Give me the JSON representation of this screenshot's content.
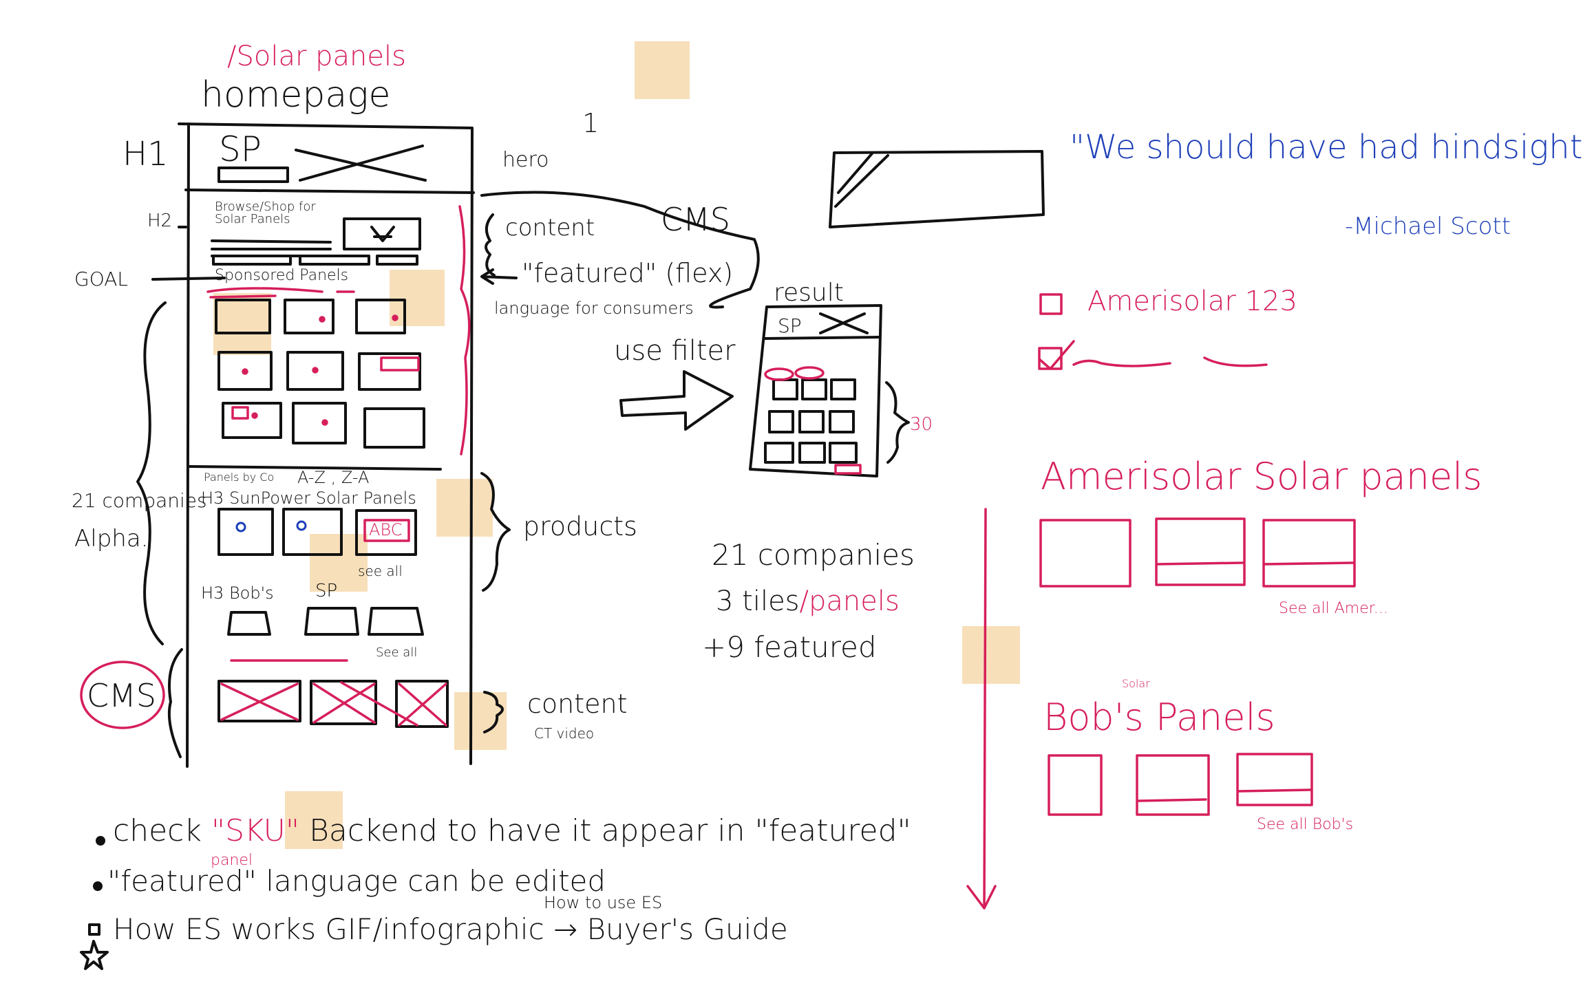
{
  "header": {
    "path_label": "/Solar panels",
    "page_label": "homepage",
    "page_number": "1"
  },
  "wireframe": {
    "h1_label": "H1",
    "h2_label": "H2",
    "goal_label": "GOAL",
    "hero_logo": "SP",
    "hero_note": "hero",
    "browse_text": "Browse/Shop for Solar Panels",
    "sponsored_text": "Sponsored Panels",
    "panels_by_co": "Panels by Co",
    "sort_text": "A-Z , Z-A",
    "h3_sunpower": "H3 SunPower Solar Panels",
    "abc_label": "ABC",
    "see_all_1": "see all",
    "h3_bobs": "H3 Bob's",
    "sp_small": "SP",
    "see_all_2": "See all",
    "companies_note": "21 companies",
    "alpha_note": "Alpha.",
    "cms_circle": "CMS"
  },
  "annotations": {
    "content_1": "content",
    "cms_label": "CMS",
    "featured": "\"featured\" (flex)",
    "language_note": "language for consumers",
    "use_filter": "use filter",
    "result_label": "result",
    "result_logo": "SP",
    "thirty": "30",
    "products": "products",
    "content_2": "content",
    "ct_video": "CT video"
  },
  "stats": {
    "companies": "21 companies",
    "tiles_prefix": "3 tiles",
    "tiles_suffix": "/panels",
    "featured": "+9 featured"
  },
  "notes": {
    "line1_a": "check",
    "line1_sku": "\"SKU\"",
    "line1_panel": "panel",
    "line1_b": "Backend to have it appear in \"featured\"",
    "line2": "\"featured\" language can be edited",
    "line3_sub": "How to use ES",
    "line3": "How ES works GIF/infographic → Buyer's Guide"
  },
  "quote": {
    "text": "\"We should have had hindsight.\"",
    "author": "-Michael Scott"
  },
  "right_panel": {
    "checkbox_1": "Amerisolar 123",
    "heading_1": "Amerisolar Solar panels",
    "see_all_1": "See all Amer...",
    "small_label": "Solar",
    "heading_2": "Bob's Panels",
    "see_all_2": "See all Bob's"
  },
  "colors": {
    "ink_black": "#111111",
    "ink_red": "#d61f5a",
    "ink_blue": "#1d3fb8",
    "sticky_note": "#f6d9ae"
  }
}
